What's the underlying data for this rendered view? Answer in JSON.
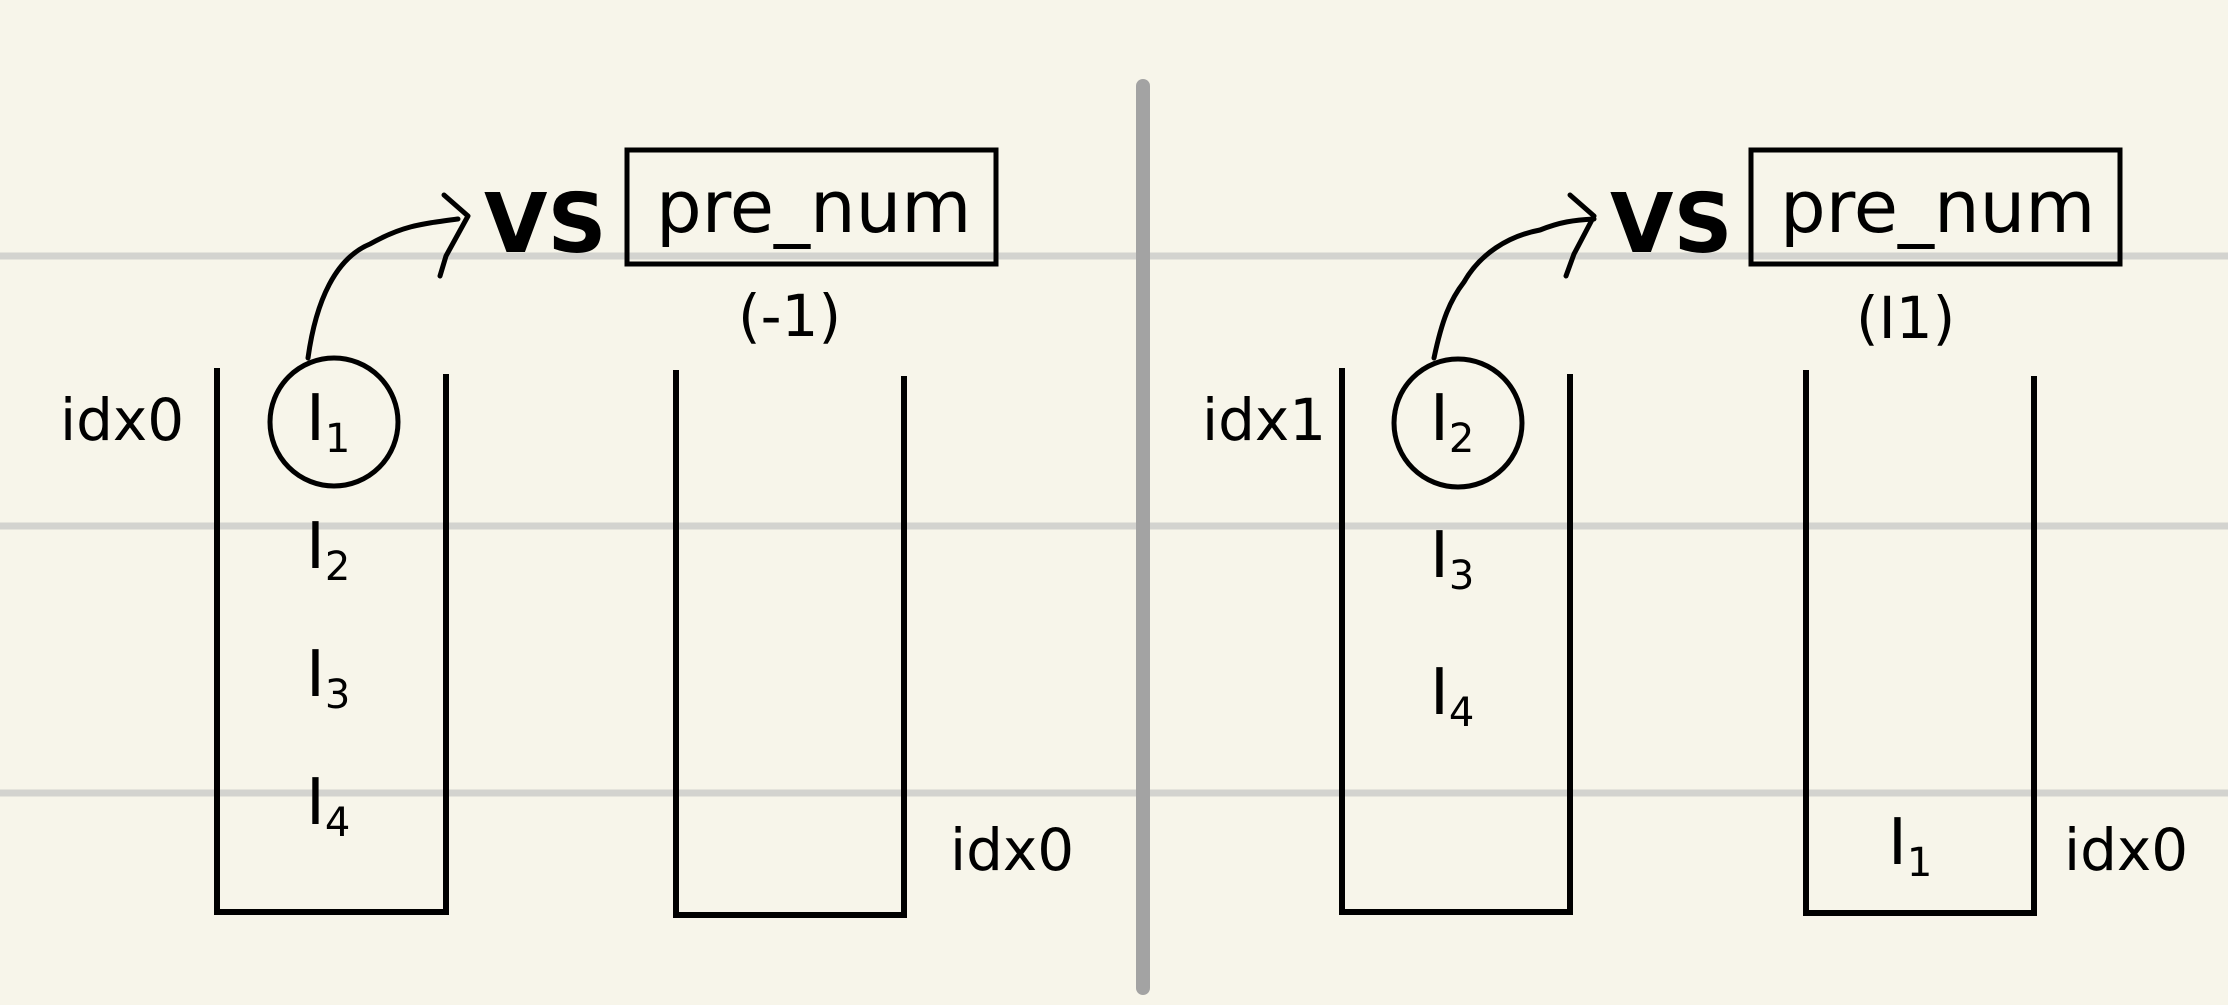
{
  "colors": {
    "background": "#f7f5ea",
    "ink": "#000000",
    "rule_line": "#d3d3cf",
    "divider": "#a3a3a3"
  },
  "left_panel": {
    "compare_label": "VS",
    "prev_box_label": "pre_num",
    "prev_value": "(-1)",
    "idx_input": "idx0",
    "idx_stack": "idx0",
    "input_items": [
      {
        "label": "I",
        "sub": "1",
        "circled": true
      },
      {
        "label": "I",
        "sub": "2",
        "circled": false
      },
      {
        "label": "I",
        "sub": "3",
        "circled": false
      },
      {
        "label": "I",
        "sub": "4",
        "circled": false
      }
    ],
    "stack_items": []
  },
  "right_panel": {
    "compare_label": "VS",
    "prev_box_label": "pre_num",
    "prev_value": "(I1)",
    "idx_input": "idx1",
    "idx_stack": "idx0",
    "input_items": [
      {
        "label": "I",
        "sub": "2",
        "circled": true
      },
      {
        "label": "I",
        "sub": "3",
        "circled": false
      },
      {
        "label": "I",
        "sub": "4",
        "circled": false
      }
    ],
    "stack_items": [
      {
        "label": "I",
        "sub": "1"
      }
    ]
  }
}
